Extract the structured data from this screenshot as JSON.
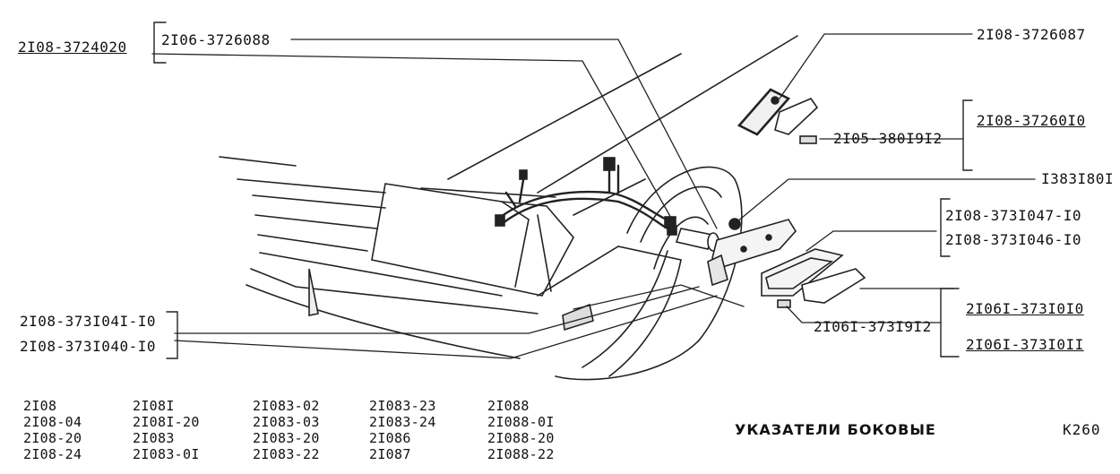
{
  "labels": {
    "group_main": "2I08-3724020",
    "harness": "2I06-3726088",
    "lamp_top": "2I08-3726087",
    "lamp_assy": "2I08-37260I0",
    "bulb_top": "2I05-380I9I2",
    "clip": "I383I80I",
    "bracket_1047": "2I08-373I047-I0",
    "bracket_1046": "2I08-373I046-I0",
    "rep_1041": "2I08-373I04I-I0",
    "rep_1040": "2I08-373I040-I0",
    "rep_1010": "2I06I-373I0I0",
    "rep_1011": "2I06I-373I0II",
    "bulb_bottom": "2I06I-373I9I2"
  },
  "models": {
    "col1": [
      "2I08",
      "2I08-04",
      "2I08-20",
      "2I08-24"
    ],
    "col2": [
      "2I08I",
      "2I08I-20",
      "2I083",
      "2I083-0I"
    ],
    "col3": [
      "2I083-02",
      "2I083-03",
      "2I083-20",
      "2I083-22"
    ],
    "col4": [
      "2I083-23",
      "2I083-24",
      "2I086",
      "2I087"
    ],
    "col5": [
      "2I088",
      "2I088-0I",
      "2I088-20",
      "2I088-22"
    ]
  },
  "title": "УКАЗАТЕЛИ БОКОВЫЕ",
  "page_code": "K260"
}
